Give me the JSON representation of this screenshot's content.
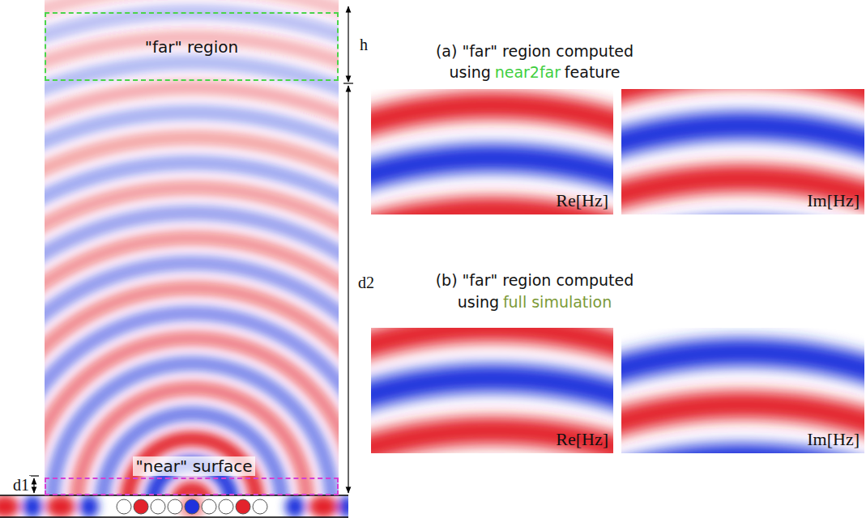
{
  "diagram": {
    "nodes": [
      {
        "text": [
          "\"far\" region"
        ]
      },
      {
        "text": [
          "\"near\" surface"
        ]
      },
      {
        "text": [
          "Re[Hz]"
        ]
      },
      {
        "text": [
          "Im[Hz]"
        ]
      },
      {
        "text": [
          "Re[Hz]"
        ]
      },
      {
        "text": [
          "Im[Hz]"
        ]
      }
    ],
    "labels": [
      "h",
      "d2",
      "d1",
      "(a) \"far\" region computed",
      "using",
      "near2far",
      "feature",
      "(b) \"far\" region computed",
      "using",
      "full simulation"
    ]
  }
}
